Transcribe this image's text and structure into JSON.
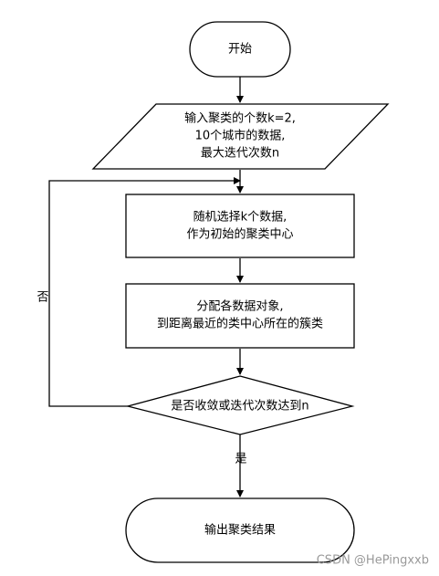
{
  "flowchart": {
    "start": "开始",
    "input": [
      "输入聚类的个数k=2,",
      "10个城市的数据,",
      "最大迭代次数n"
    ],
    "init": [
      "随机选择k个数据,",
      "作为初始的聚类中心"
    ],
    "assign": [
      "分配各数据对象,",
      "到距离最近的类中心所在的簇类"
    ],
    "decision": "是否收敛或迭代次数达到n",
    "no_label": "否",
    "yes_label": "是",
    "end": "输出聚类结果"
  },
  "watermark": "CSDN @HePingxxb"
}
